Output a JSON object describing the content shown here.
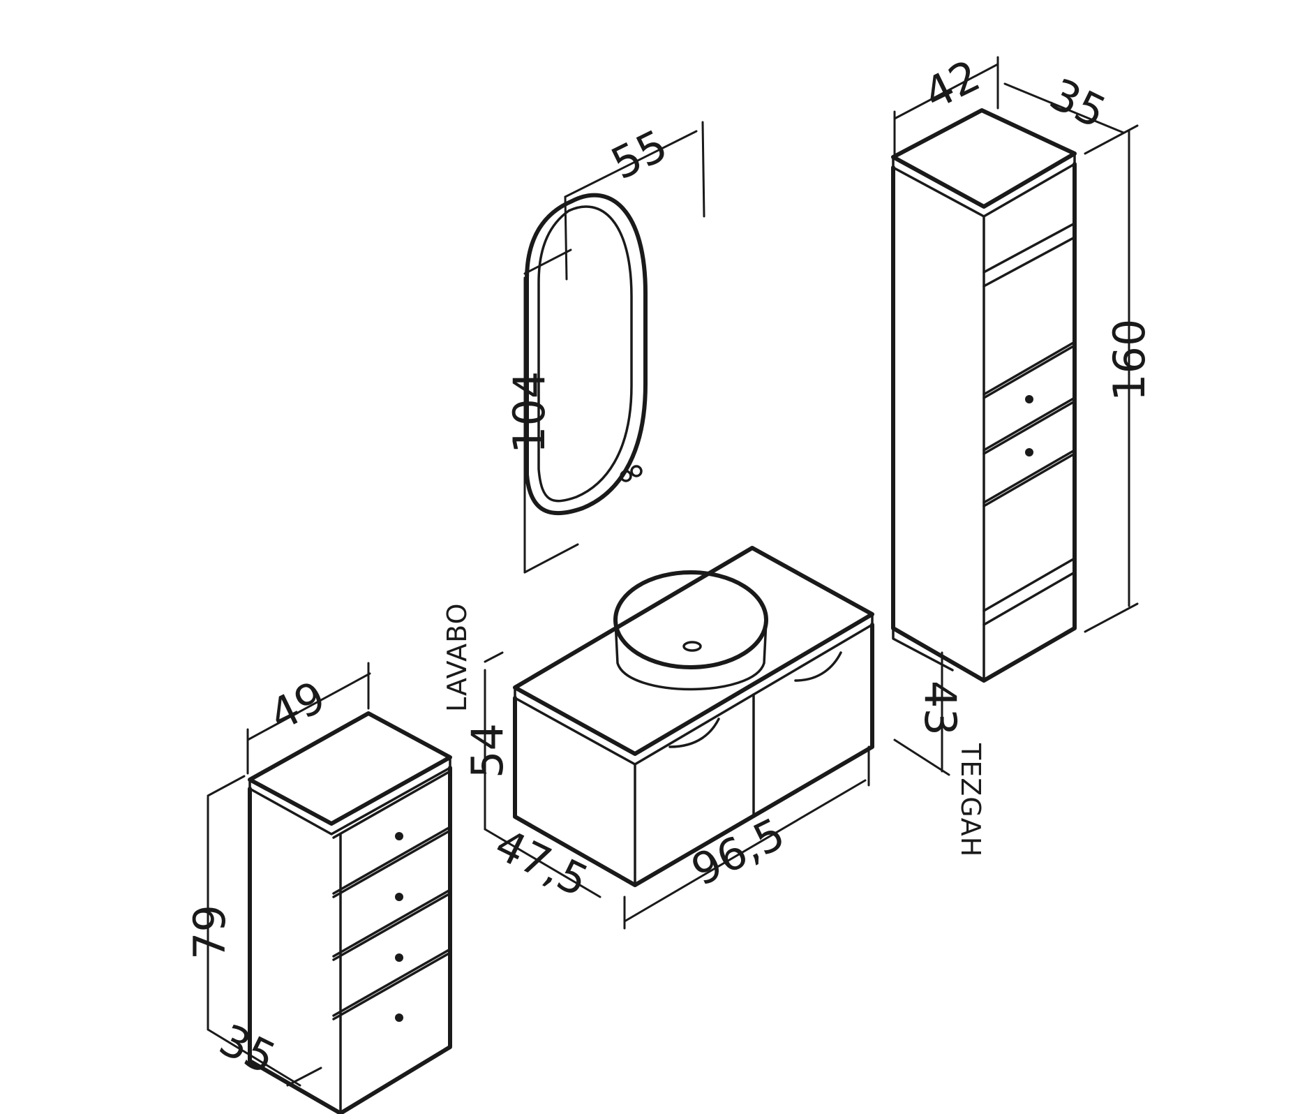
{
  "dimensions": {
    "mirror_width": "55",
    "mirror_height": "104",
    "tall_width": "42",
    "tall_depth": "35",
    "tall_height": "160",
    "drawer_width": "49",
    "drawer_height": "79",
    "drawer_depth": "35",
    "vanity_height": "54",
    "vanity_depth": "47,5",
    "vanity_width": "96,5",
    "counter_depth": "43"
  },
  "labels": {
    "lavabo": "LAVABO",
    "tezgah": "TEZGAH"
  },
  "colors": {
    "line": "#1a1a1a",
    "background": "#ffffff"
  }
}
